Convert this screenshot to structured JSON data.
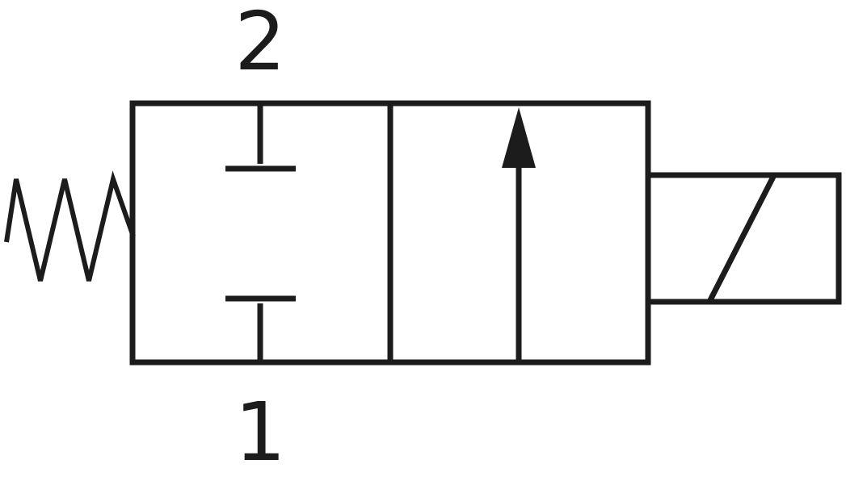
{
  "diagram": {
    "kind": "valve-schematic",
    "colors": {
      "line": "#1c1c1c",
      "background": "#ffffff"
    },
    "ports": {
      "top_label": "2",
      "bottom_label": "1"
    },
    "symbols": {
      "left_chamber": "closed-ports-position-symbol",
      "right_chamber": "open-flow-arrow-position-symbol",
      "left_actuator": "spring-return-symbol",
      "right_actuator": "solenoid-actuator-symbol"
    }
  }
}
